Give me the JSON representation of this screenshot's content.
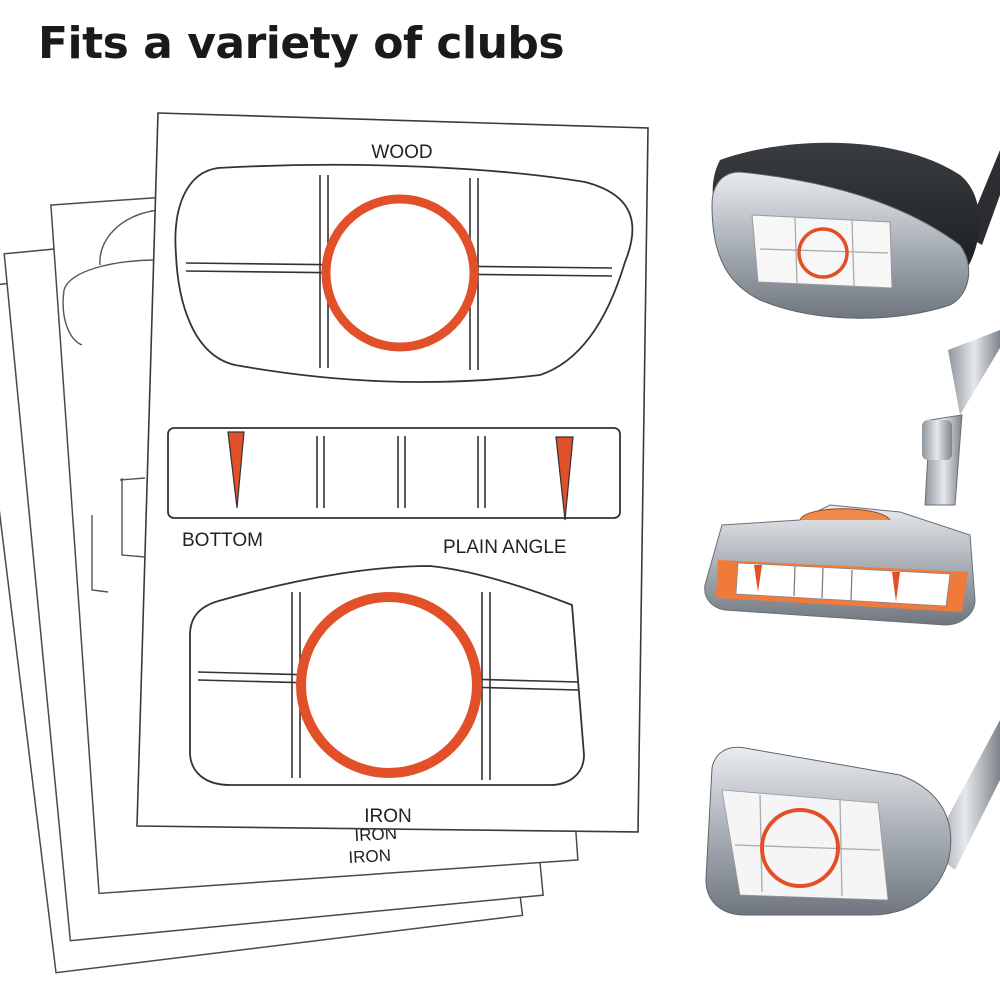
{
  "headline": "Fits a variety of clubs",
  "sheet": {
    "wood_label": "WOOD",
    "bottom_label": "BOTTOM",
    "plain_angle_label": "PLAIN ANGLE",
    "iron_label": "IRON",
    "stacked_iron_labels": [
      "IRON",
      "IRON"
    ]
  },
  "colors": {
    "accent": "#e2502a",
    "outline": "#333333"
  },
  "photos": [
    "driver-head-with-sticker",
    "putter-head-with-sticker",
    "iron-head-with-sticker"
  ]
}
